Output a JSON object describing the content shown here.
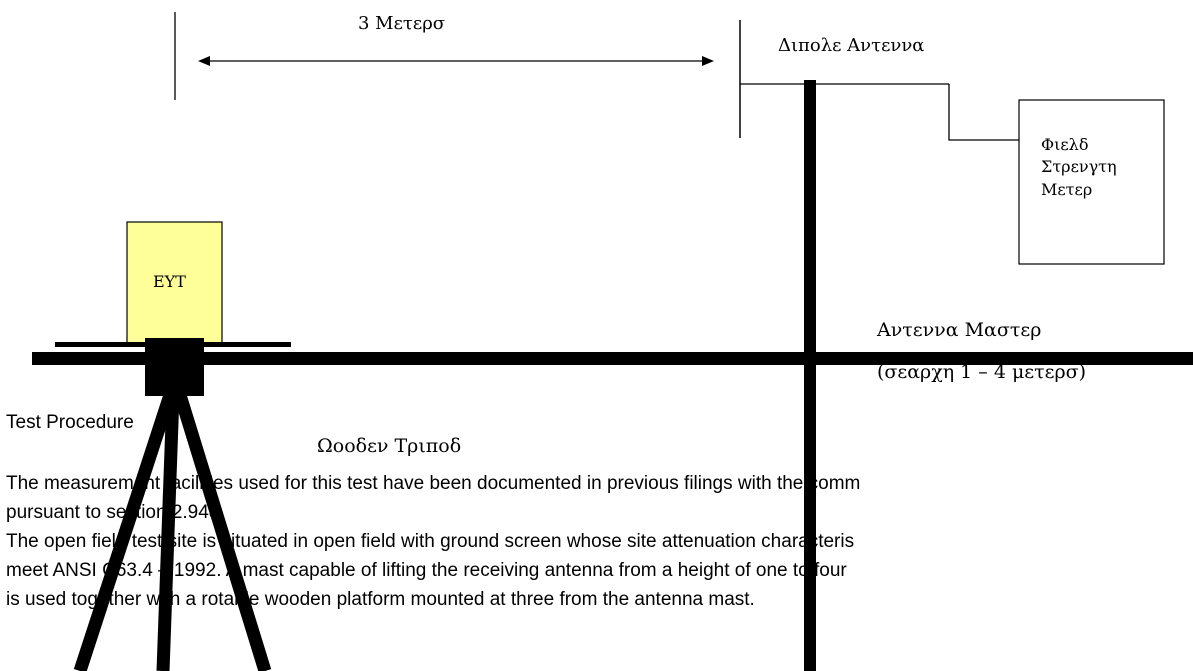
{
  "diagram": {
    "distance_label": "3 Μετερσ",
    "dipole_label": "Διπολε Αντεννα",
    "meter_label_lines": [
      "Φιελδ",
      "Στρενγτη",
      "Μετερ"
    ],
    "eut_label": "ΕΥΤ",
    "mast_label": "Αντεννα Μαστερ",
    "mast_sublabel": "(σεαρχη 1 – 4 μετερσ)",
    "tripod_label": "Ωοοδεν Τριποδ",
    "colors": {
      "eut_fill": "#ffff99",
      "line": "#000000",
      "background": "#ffffff"
    }
  },
  "text": {
    "heading": "Test Procedure",
    "paragraph1_line1": "The measurement facilities used for this test have been documented in previous filings with the comm",
    "paragraph1_line2": "pursuant to section 2.948.",
    "paragraph2_line1": "The open field test site is situated in open field with ground screen whose site attenuation characteris",
    "paragraph2_line2": "meet ANSI C63.4 – 1992. A mast capable of lifting the receiving antenna from a height of one to four",
    "paragraph2_line3": "is used together with a rotable wooden platform mounted at three from the antenna mast."
  }
}
